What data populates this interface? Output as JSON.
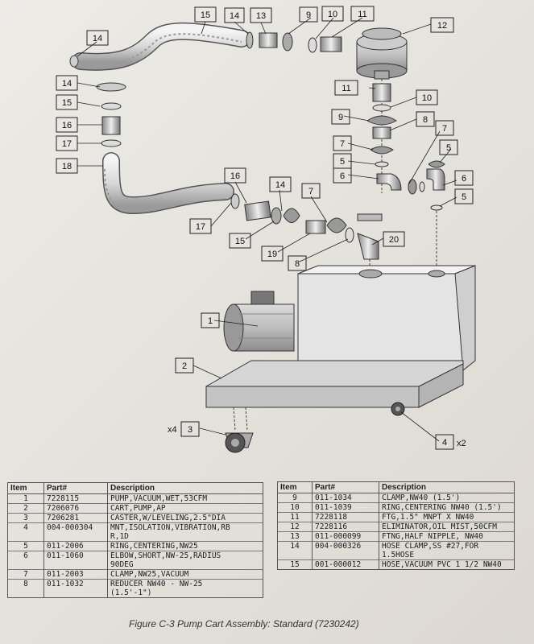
{
  "figure": {
    "caption": "Figure C-3    Pump Cart Assembly: Standard (7230242)"
  },
  "callouts": [
    {
      "id": "c15a",
      "text": "15"
    },
    {
      "id": "c14a",
      "text": "14"
    },
    {
      "id": "c13",
      "text": "13"
    },
    {
      "id": "c9a",
      "text": "9"
    },
    {
      "id": "c10a",
      "text": "10"
    },
    {
      "id": "c11a",
      "text": "11"
    },
    {
      "id": "c12",
      "text": "12"
    },
    {
      "id": "c14b",
      "text": "14"
    },
    {
      "id": "c14c",
      "text": "14"
    },
    {
      "id": "c15b",
      "text": "15"
    },
    {
      "id": "c16a",
      "text": "16"
    },
    {
      "id": "c17a",
      "text": "17"
    },
    {
      "id": "c18",
      "text": "18"
    },
    {
      "id": "c11b",
      "text": "11"
    },
    {
      "id": "c10b",
      "text": "10"
    },
    {
      "id": "c9b",
      "text": "9"
    },
    {
      "id": "c8a",
      "text": "8"
    },
    {
      "id": "c7a",
      "text": "7"
    },
    {
      "id": "c7b",
      "text": "7"
    },
    {
      "id": "c5a",
      "text": "5"
    },
    {
      "id": "c5b",
      "text": "5"
    },
    {
      "id": "c6a",
      "text": "6"
    },
    {
      "id": "c6b",
      "text": "6"
    },
    {
      "id": "c5c",
      "text": "5"
    },
    {
      "id": "c16b",
      "text": "16"
    },
    {
      "id": "c14d",
      "text": "14"
    },
    {
      "id": "c7c",
      "text": "7"
    },
    {
      "id": "c17b",
      "text": "17"
    },
    {
      "id": "c15c",
      "text": "15"
    },
    {
      "id": "c19",
      "text": "19"
    },
    {
      "id": "c20",
      "text": "20"
    },
    {
      "id": "c8b",
      "text": "8"
    },
    {
      "id": "c1",
      "text": "1"
    },
    {
      "id": "c2",
      "text": "2"
    },
    {
      "id": "c3",
      "text": "3"
    },
    {
      "id": "c4",
      "text": "4"
    }
  ],
  "qty_labels": {
    "x4": "x4",
    "x2": "x2"
  },
  "table_headers": {
    "item": "Item",
    "part": "Part#",
    "desc": "Description"
  },
  "parts_left": [
    {
      "item": "1",
      "part": "7228115",
      "desc": [
        "PUMP,VACUUM,WET,53CFM"
      ]
    },
    {
      "item": "2",
      "part": "7206076",
      "desc": [
        "CART,PUMP,AP"
      ]
    },
    {
      "item": "3",
      "part": "7206281",
      "desc": [
        "CASTER,W/LEVELING,2.5\"DIA"
      ]
    },
    {
      "item": "4",
      "part": "004-000304",
      "desc": [
        "MNT,ISOLATION,VIBRATION,RB",
        "R,1D"
      ]
    },
    {
      "item": "5",
      "part": "011-2006",
      "desc": [
        "RING,CENTERING,NW25"
      ]
    },
    {
      "item": "6",
      "part": "011-1060",
      "desc": [
        "ELBOW,SHORT,NW-25,RADIUS",
        "90DEG"
      ]
    },
    {
      "item": "7",
      "part": "011-2003",
      "desc": [
        "CLAMP,NW25,VACUUM"
      ]
    },
    {
      "item": "8",
      "part": "011-1032",
      "desc": [
        "REDUCER NW40 - NW-25",
        "(1.5'-1\")"
      ]
    }
  ],
  "parts_right": [
    {
      "item": "9",
      "part": "011-1034",
      "desc": [
        "CLAMP,NW40 (1.5')"
      ]
    },
    {
      "item": "10",
      "part": "011-1039",
      "desc": [
        "RING,CENTERING NW40 (1.5')"
      ]
    },
    {
      "item": "11",
      "part": "7228118",
      "desc": [
        "FTG,1.5\" MNPT X NW40"
      ]
    },
    {
      "item": "12",
      "part": "7228116",
      "desc": [
        "ELIMINATOR,OIL MIST,50CFM"
      ]
    },
    {
      "item": "13",
      "part": "011-000099",
      "desc": [
        "FTNG,HALF NIPPLE, NW40"
      ]
    },
    {
      "item": "14",
      "part": "004-000326",
      "desc": [
        "HOSE CLAMP,SS #27,FOR",
        "1.5HOSE"
      ]
    },
    {
      "item": "15",
      "part": "001-000012",
      "desc": [
        "HOSE,VACUUM PVC 1 1/2 NW40"
      ]
    }
  ]
}
